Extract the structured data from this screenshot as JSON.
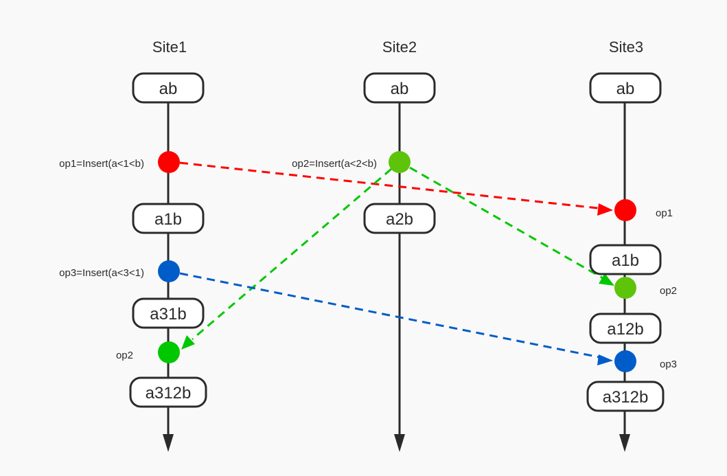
{
  "colors": {
    "red": "#ff0000",
    "green_light": "#5ec40a",
    "green": "#00c800",
    "blue": "#005cc8",
    "line": "#2b2b2b",
    "background": "#f9f9f9"
  },
  "sites": [
    {
      "title": "Site1",
      "states": [
        "ab",
        "a1b",
        "a31b",
        "a312b"
      ],
      "ops": [
        {
          "label": "op1=Insert(a<1<b)",
          "color": "red"
        },
        {
          "label": "op3=Insert(a<3<1)",
          "color": "blue"
        },
        {
          "label": "op2",
          "color": "green"
        }
      ]
    },
    {
      "title": "Site2",
      "states": [
        "ab",
        "a2b"
      ],
      "ops": [
        {
          "label": "op2=Insert(a<2<b)",
          "color": "green_light"
        }
      ]
    },
    {
      "title": "Site3",
      "states": [
        "ab",
        "a1b",
        "a12b",
        "a312b"
      ],
      "ops": [
        {
          "label": "op1",
          "color": "red"
        },
        {
          "label": "op2",
          "color": "green_light"
        },
        {
          "label": "op3",
          "color": "blue"
        }
      ]
    }
  ],
  "messages": [
    {
      "from": "Site1 op1",
      "to": "Site3 op1",
      "color": "red"
    },
    {
      "from": "Site2 op2",
      "to": "Site1 op2",
      "color": "green"
    },
    {
      "from": "Site2 op2",
      "to": "Site3 op2",
      "color": "green"
    },
    {
      "from": "Site1 op3",
      "to": "Site3 op3",
      "color": "blue"
    }
  ]
}
